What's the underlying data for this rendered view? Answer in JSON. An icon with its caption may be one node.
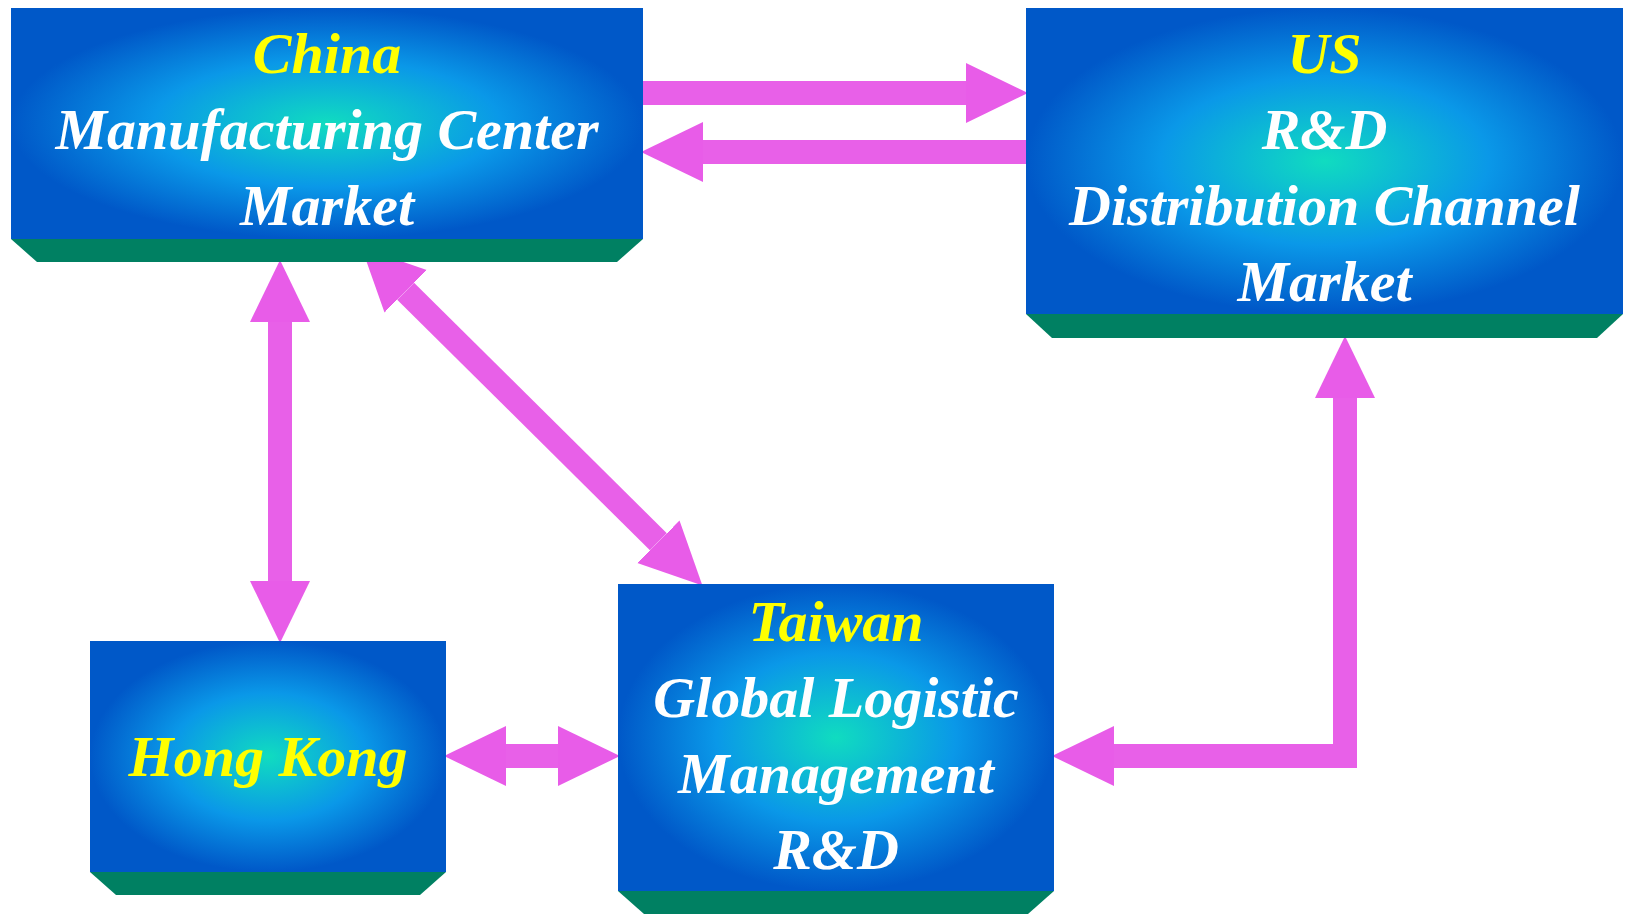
{
  "diagram": {
    "nodes": [
      {
        "text": [
          "China",
          "Manufacturing Center",
          "Market"
        ]
      },
      {
        "text": [
          "US",
          "R&D",
          "Distribution Channel",
          "Market"
        ]
      },
      {
        "text": [
          "Hong Kong"
        ]
      },
      {
        "text": [
          "Taiwan",
          "Global Logistic",
          "Management",
          "R&D"
        ]
      }
    ],
    "edges": [
      {
        "from": 0,
        "to": 1,
        "arrow": "to"
      },
      {
        "from": 1,
        "to": 0,
        "arrow": "to"
      },
      {
        "from": 0,
        "to": 2,
        "arrow": "both"
      },
      {
        "from": 0,
        "to": 3,
        "arrow": "both"
      },
      {
        "from": 2,
        "to": 3,
        "arrow": "both"
      },
      {
        "from": 3,
        "to": 1,
        "arrow": "both"
      }
    ]
  }
}
